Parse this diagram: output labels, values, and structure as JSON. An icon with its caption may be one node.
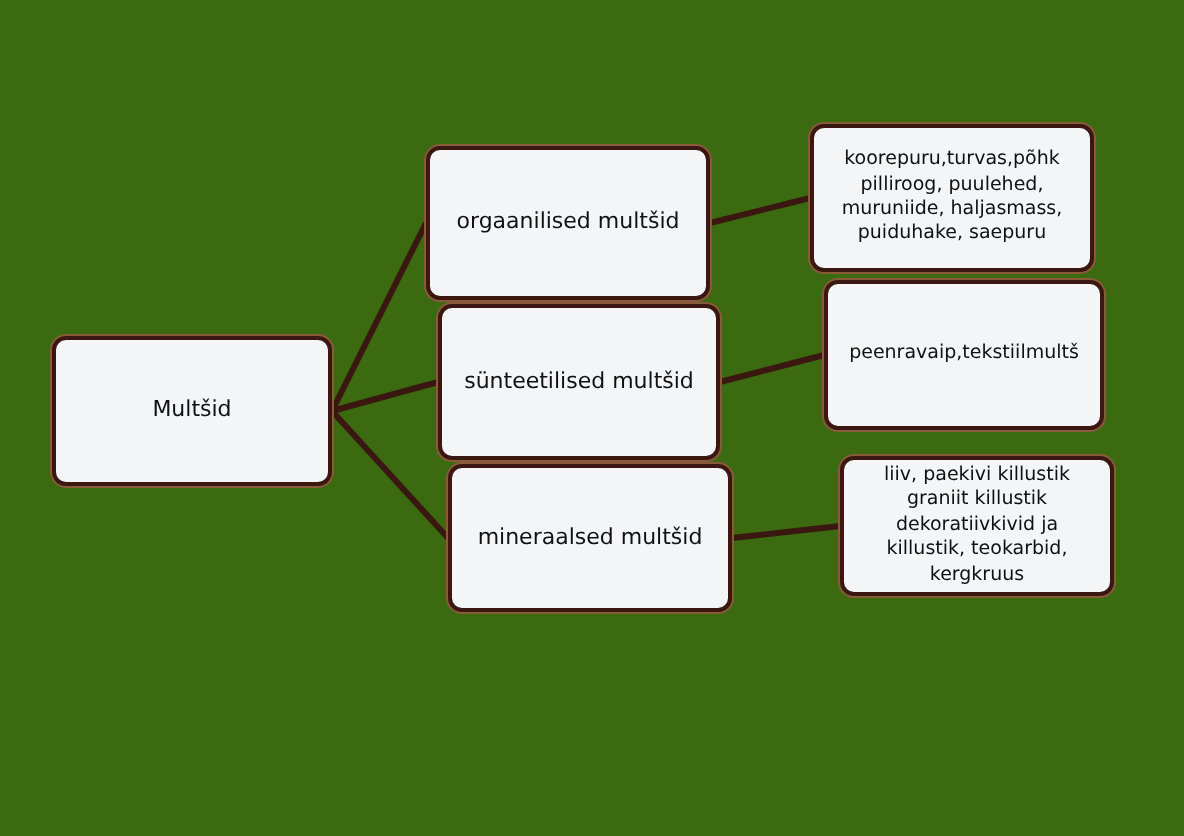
{
  "diagram": {
    "nodes": [
      {
        "text": [
          "Multšid"
        ]
      },
      {
        "text": [
          "orgaanilised multšid"
        ]
      },
      {
        "text": [
          "sünteetilised multšid"
        ]
      },
      {
        "text": [
          "mineraalsed multšid"
        ]
      },
      {
        "text": [
          "koorepuru,turvas,põhk pilliroog, puulehed, muruniide, haljasmass, puiduhake, saepuru"
        ]
      },
      {
        "text": [
          "peenravaip,tekstiilmultš"
        ]
      },
      {
        "text": [
          "liiv, paekivi killustik graniit killustik dekoratiivkivid ja killustik, teokarbid, kergkruus"
        ]
      }
    ],
    "edges": [
      {
        "from": 0,
        "to": 1,
        "arrow": "none"
      },
      {
        "from": 0,
        "to": 2,
        "arrow": "none"
      },
      {
        "from": 0,
        "to": 3,
        "arrow": "none"
      },
      {
        "from": 1,
        "to": 4,
        "arrow": "none"
      },
      {
        "from": 2,
        "to": 5,
        "arrow": "none"
      },
      {
        "from": 3,
        "to": 6,
        "arrow": "none"
      }
    ]
  }
}
